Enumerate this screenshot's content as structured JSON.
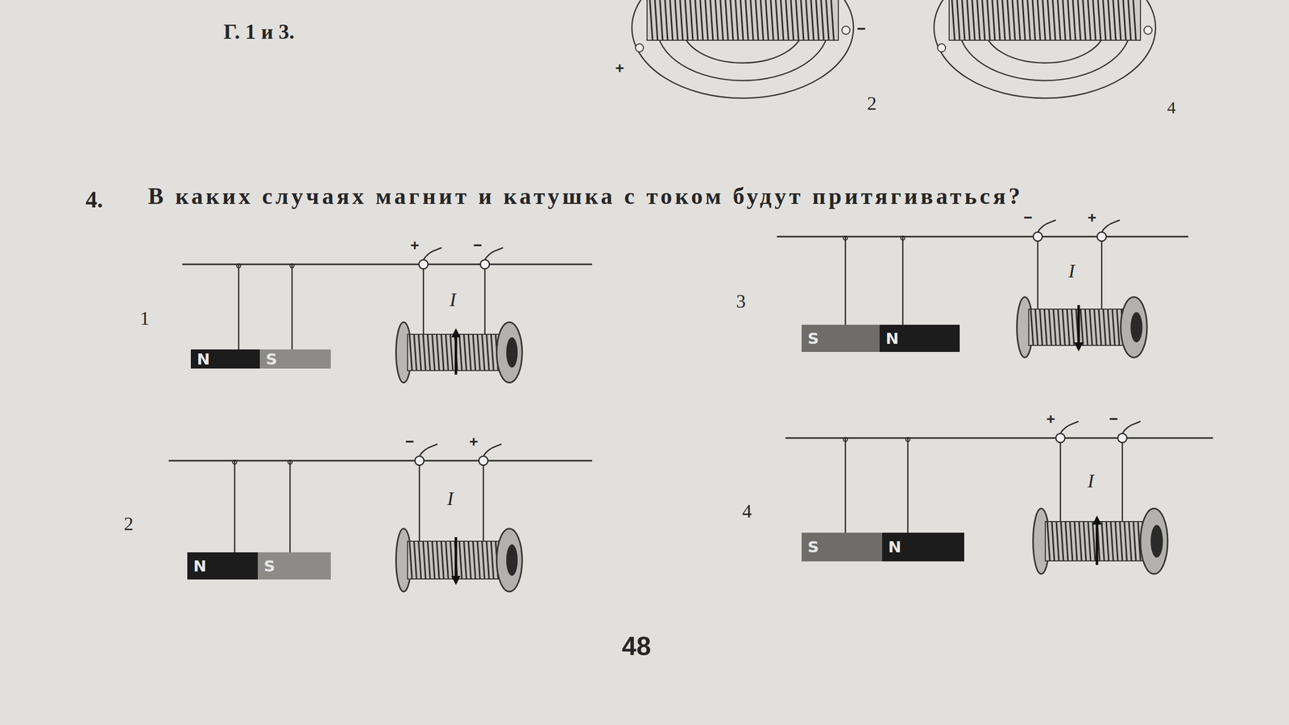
{
  "diagram": {
    "nodes": [
      {
        "text": [
          "N"
        ]
      },
      {
        "text": [
          "S"
        ]
      },
      {
        "text": [
          "N"
        ]
      },
      {
        "text": [
          "S"
        ]
      },
      {
        "text": [
          "S"
        ]
      },
      {
        "text": [
          "N"
        ]
      },
      {
        "text": [
          "S"
        ]
      },
      {
        "text": [
          "N"
        ]
      }
    ],
    "labels": [
      "Г. 1 и 3.",
      "+",
      "−",
      "2",
      "4",
      "4.",
      "В каких случаях магнит и катушка с током будут притягиваться?",
      "1",
      "+",
      "−",
      "I",
      "2",
      "−",
      "+",
      "I",
      "3",
      "−",
      "+",
      "I",
      "4",
      "+",
      "−",
      "I",
      "48"
    ]
  }
}
